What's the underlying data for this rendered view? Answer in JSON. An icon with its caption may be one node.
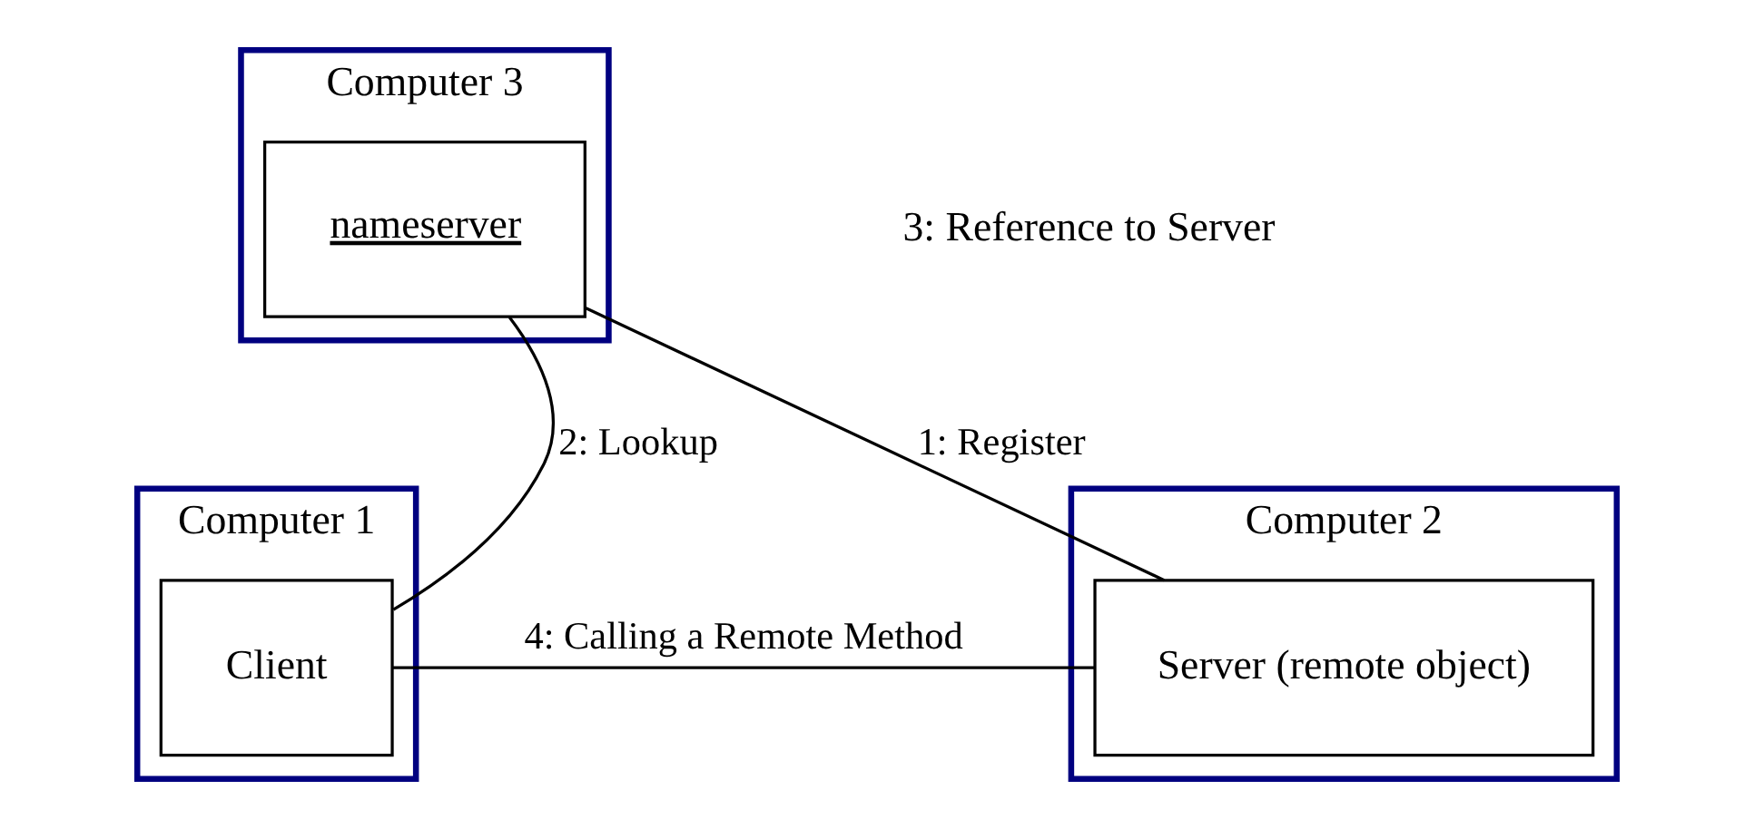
{
  "diagram": {
    "nodes": [
      {
        "text": [
          "Computer 3"
        ]
      },
      {
        "text": [
          "nameserver"
        ],
        "in": 0
      },
      {
        "text": [
          "Computer 1"
        ]
      },
      {
        "text": [
          "Client"
        ],
        "in": 2
      },
      {
        "text": [
          "Computer 2"
        ]
      },
      {
        "text": [
          "Server (remote object)"
        ],
        "in": 4
      }
    ],
    "edges": [
      {
        "from": 3,
        "to": 1,
        "arrow": "none",
        "label": "2: Lookup"
      },
      {
        "from": 5,
        "to": 1,
        "arrow": "none",
        "label": "1: Register"
      },
      {
        "from": 3,
        "to": 5,
        "arrow": "none",
        "label": "4: Calling a Remote Method"
      }
    ],
    "labels": [
      "3: Reference to Server"
    ]
  }
}
